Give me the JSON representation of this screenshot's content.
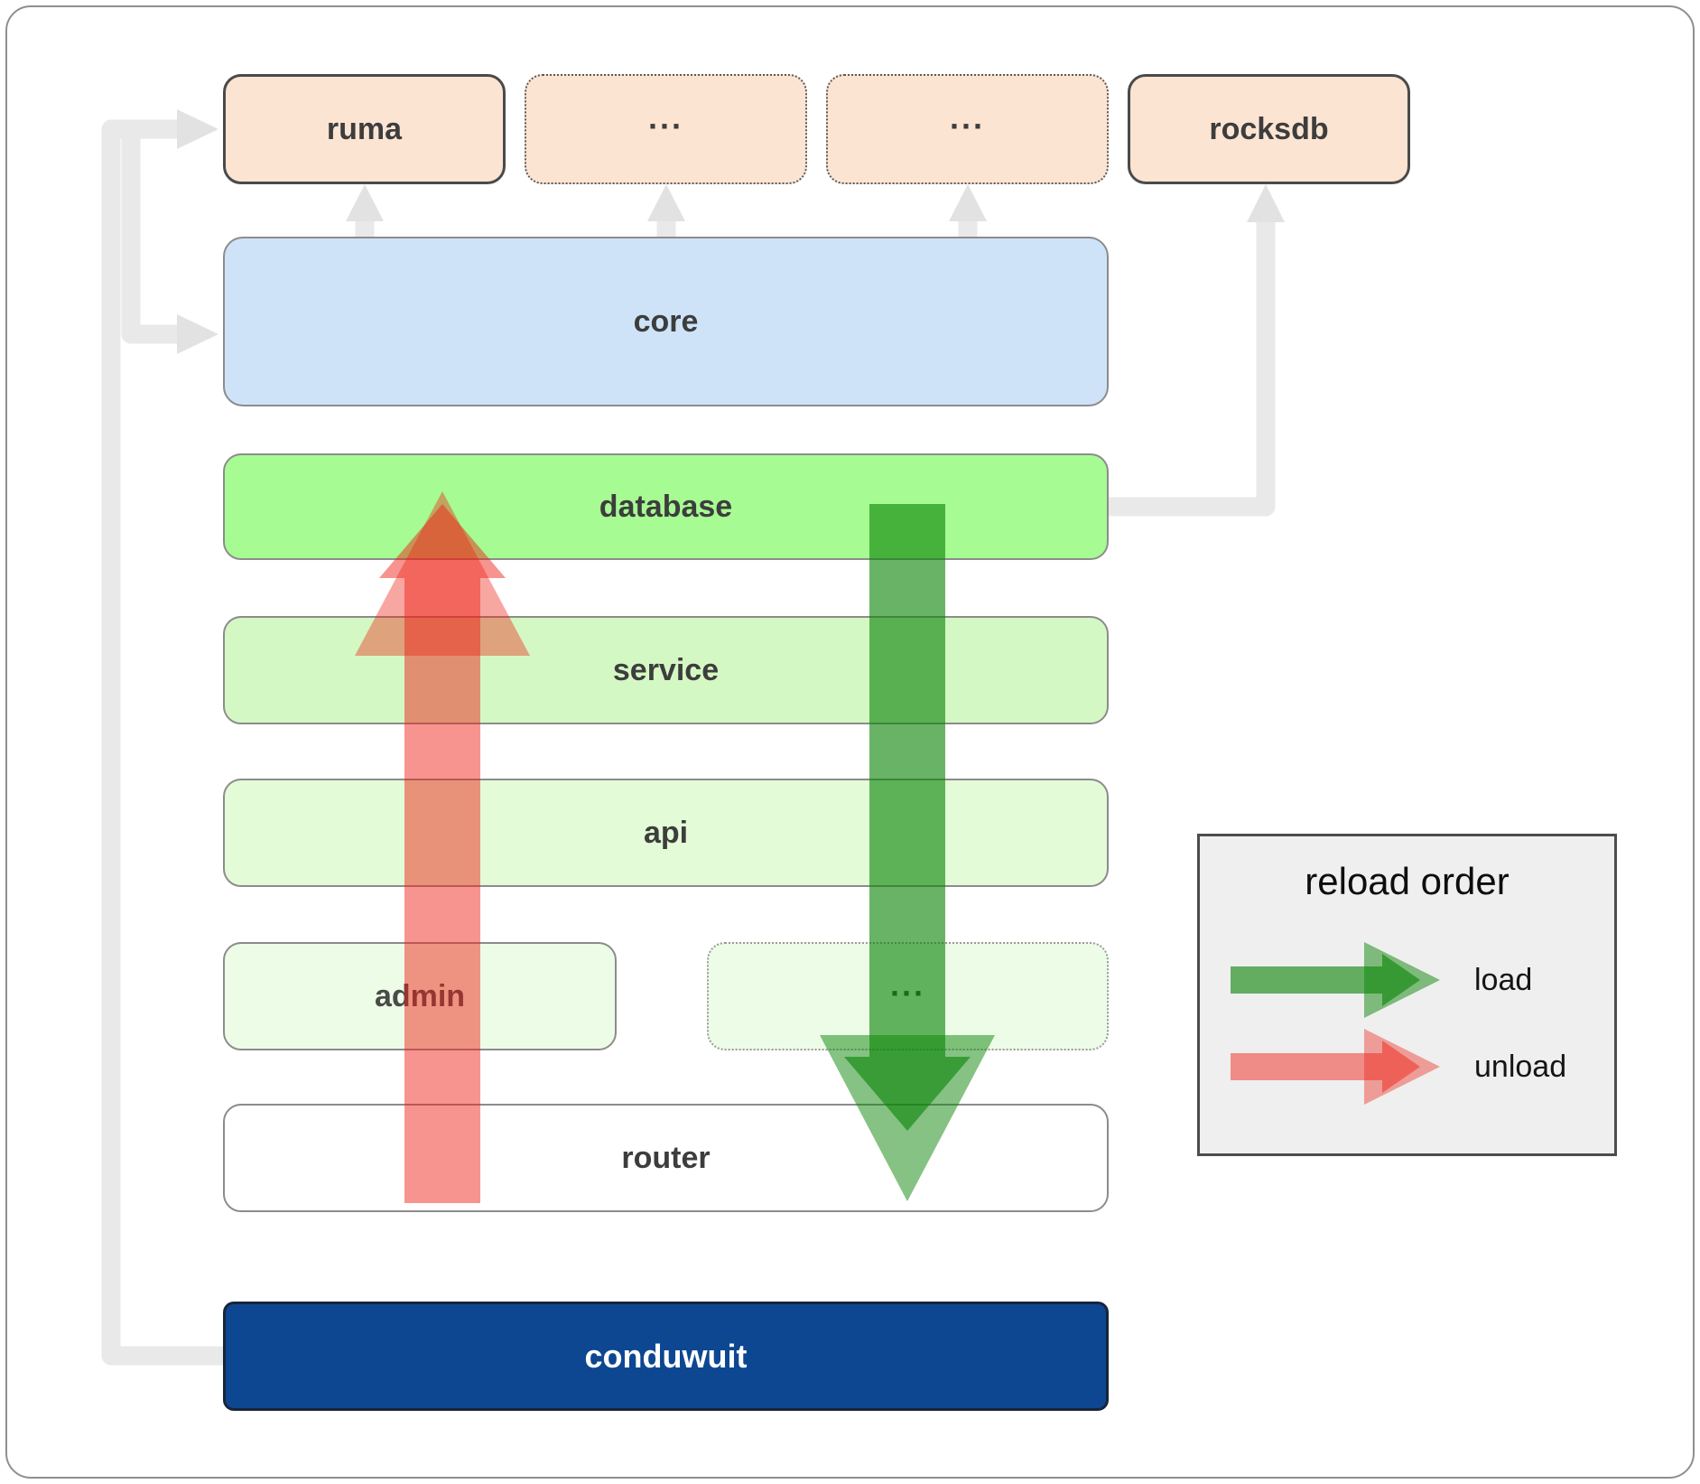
{
  "diagram": {
    "nodes": {
      "ruma": "ruma",
      "dots": "...",
      "rocksdb": "rocksdb",
      "core": "core",
      "database": "database",
      "service": "service",
      "api": "api",
      "admin": "admin",
      "router": "router",
      "conduwuit": "conduwuit"
    },
    "legend": {
      "title": "reload order",
      "load_label": "load",
      "unload_label": "unload"
    },
    "colors": {
      "module_peach": "#fce4d3",
      "core_blue": "#cfe3f8",
      "database_green": "#a6fb92",
      "service_green": "#d4f8c4",
      "api_green": "#e3fbd7",
      "admin_green": "#edfce7",
      "router_white": "#ffffff",
      "conduwuit_navy": "#0d4792",
      "connector_grey": "#e9e9e9",
      "connector_head_grey": "#e2e2e2",
      "load_green": "#0c8508",
      "unload_red": "#ee2015",
      "legend_bg": "#efefef"
    }
  }
}
